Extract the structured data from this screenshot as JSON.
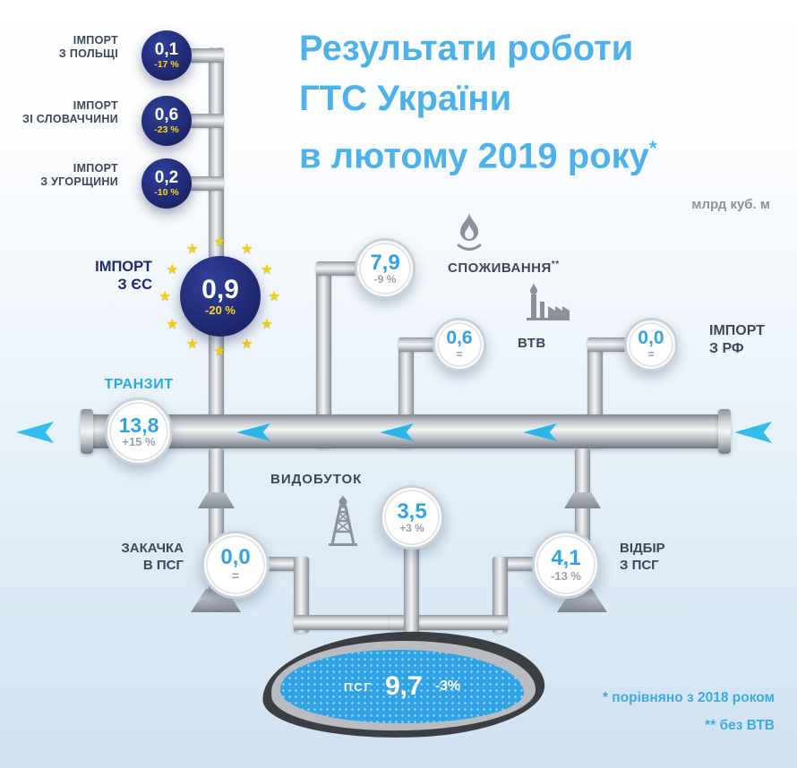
{
  "title": {
    "line1": "Результати роботи",
    "line2": "ГТС України",
    "line3": "в лютому 2019 року",
    "footnote_marker": "*"
  },
  "unit_label": "млрд куб. м",
  "eu_imports": {
    "poland": {
      "label1": "ІМПОРТ",
      "label2": "З ПОЛЬЩІ",
      "value": "0,1",
      "change": "-17 %"
    },
    "slovakia": {
      "label1": "ІМПОРТ",
      "label2": "ЗІ СЛОВАЧЧИНИ",
      "value": "0,6",
      "change": "-23 %"
    },
    "hungary": {
      "label1": "ІМПОРТ",
      "label2": "З УГОРЩИНИ",
      "value": "0,2",
      "change": "-10 %"
    },
    "total": {
      "label1": "ІМПОРТ",
      "label2": "З ЄС",
      "value": "0,9",
      "change": "-20 %"
    }
  },
  "transit": {
    "label": "ТРАНЗИТ",
    "value": "13,8",
    "change": "+15 %"
  },
  "consumption": {
    "label": "СПОЖИВАННЯ",
    "marker": "**",
    "value": "7,9",
    "change": "-9 %"
  },
  "vtv": {
    "label": "ВТВ",
    "value": "0,6",
    "change": "="
  },
  "import_rf": {
    "label1": "ІМПОРТ",
    "label2": "З РФ",
    "value": "0,0",
    "change": "="
  },
  "production": {
    "label": "ВИДОБУТОК",
    "value": "3,5",
    "change": "+3 %"
  },
  "injection": {
    "label1": "ЗАКАЧКА",
    "label2": "В ПСГ",
    "value": "0,0",
    "change": "="
  },
  "withdrawal": {
    "label1": "ВІДБІР",
    "label2": "З ПСГ",
    "value": "4,1",
    "change": "-13 %"
  },
  "storage": {
    "label": "ПСГ",
    "value": "9,7",
    "change": "-3%"
  },
  "footnotes": [
    "* порівняно з 2018 роком",
    "** без ВТВ"
  ],
  "colors": {
    "title_blue": "#4db2ea",
    "value_blue": "#35a3e2",
    "navy_circle": "#1c2569",
    "percent_yellow": "#ffd819",
    "label_dark": "#3d4759",
    "muted_gray": "#8b929c",
    "arrow_blue": "#29b5ea",
    "storage_blue": "#2fa3e5",
    "eu_star_yellow": "#f3cf0f"
  }
}
